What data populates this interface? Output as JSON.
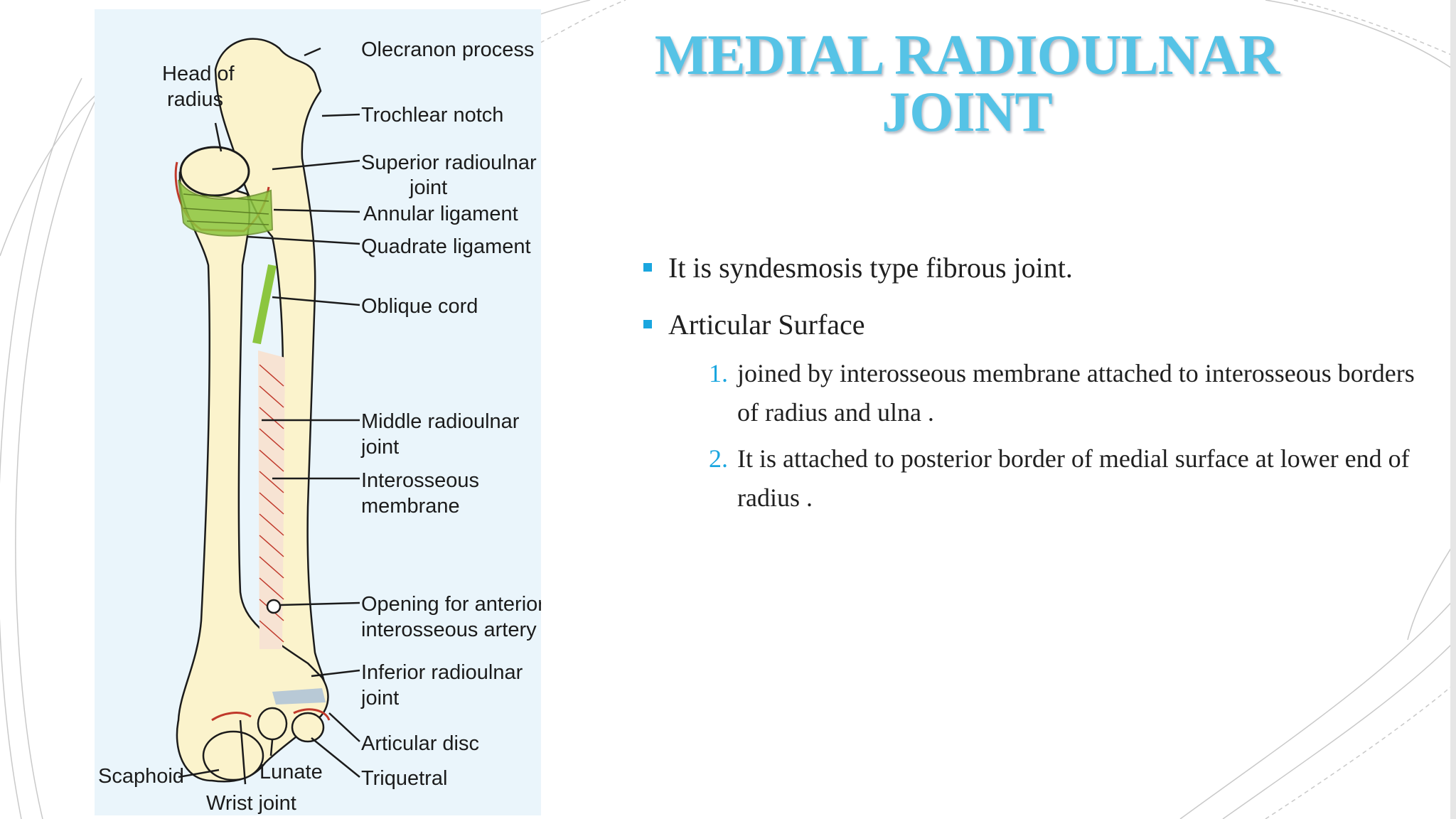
{
  "slide": {
    "title_line1": "MEDIAL  RADIOULNAR",
    "title_line2": "JOINT",
    "bullets": [
      {
        "text": "It is syndesmosis type fibrous joint."
      },
      {
        "text": "Articular Surface"
      }
    ],
    "subitems": [
      {
        "num": "1.",
        "text": "joined by interosseous membrane attached to interosseous borders of radius and ulna ."
      },
      {
        "num": "2.",
        "text": "It is attached to posterior border of medial surface at lower end of radius ."
      }
    ],
    "accent_color": "#1aa6df",
    "title_color": "#56c3e6"
  },
  "figure": {
    "labels": {
      "head_of_radius_1": "Head of",
      "head_of_radius_2": "radius",
      "olecranon": "Olecranon process",
      "trochlear": "Trochlear notch",
      "superior_1": "Superior radioulnar",
      "superior_2": "joint",
      "annular": "Annular ligament",
      "quadrate": "Quadrate ligament",
      "oblique": "Oblique cord",
      "middle_1": "Middle radioulnar",
      "middle_2": "joint",
      "interosseous_1": "Interosseous",
      "interosseous_2": "membrane",
      "opening_1": "Opening for anterior",
      "opening_2": "interosseous artery",
      "inferior_1": "Inferior radioulnar",
      "inferior_2": "joint",
      "articular_disc": "Articular disc",
      "triquetral": "Triquetral",
      "scaphoid": "Scaphoid",
      "lunate": "Lunate",
      "wrist_joint": "Wrist joint"
    },
    "colors": {
      "bone": "#fbf3cc",
      "ligament": "#8cc63f",
      "membrane": "#c0392b",
      "background": "#eaf5fb"
    }
  }
}
